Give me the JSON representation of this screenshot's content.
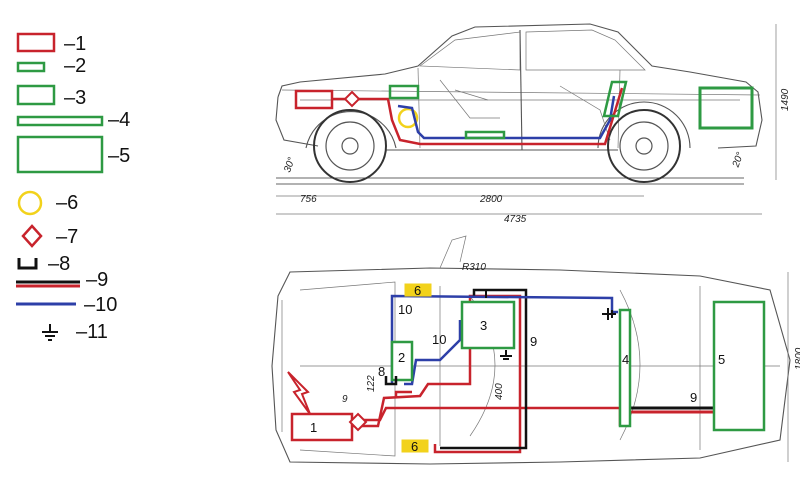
{
  "colors": {
    "red": "#c8232c",
    "green": "#2e9a43",
    "blue": "#2d3fa8",
    "yellow": "#f2d21b",
    "black": "#111111",
    "sketch": "#555555"
  },
  "legend": [
    {
      "symbol": "red-box",
      "label": "–1"
    },
    {
      "symbol": "small-green-box",
      "label": "–2"
    },
    {
      "symbol": "green-box",
      "label": "–3"
    },
    {
      "symbol": "long-green-bar",
      "label": "–4"
    },
    {
      "symbol": "large-green-box",
      "label": "–5"
    },
    {
      "symbol": "yellow-circle",
      "label": "–6"
    },
    {
      "symbol": "red-diamond",
      "label": "–7"
    },
    {
      "symbol": "connector",
      "label": "–8"
    },
    {
      "symbol": "black-red-cable",
      "label": "–9"
    },
    {
      "symbol": "blue-cable",
      "label": "–10"
    },
    {
      "symbol": "ground",
      "label": "–11"
    }
  ],
  "side_view": {
    "dims": {
      "height": "1490",
      "front_overhang": "756",
      "wheelbase": "2800",
      "length": "4735",
      "angle_front": "30°",
      "angle_rear": "20°"
    }
  },
  "top_view": {
    "dims": {
      "width": "1800",
      "radius": "R310",
      "d122": "122",
      "d400": "400",
      "d9": "9"
    },
    "components": {
      "c1": "1",
      "c2": "2",
      "c3": "3",
      "c4": "4",
      "c5": "5",
      "c6a": "6",
      "c6b": "6",
      "c8": "8",
      "c9a": "9",
      "c9b": "9",
      "c10a": "10",
      "c10b": "10"
    }
  }
}
